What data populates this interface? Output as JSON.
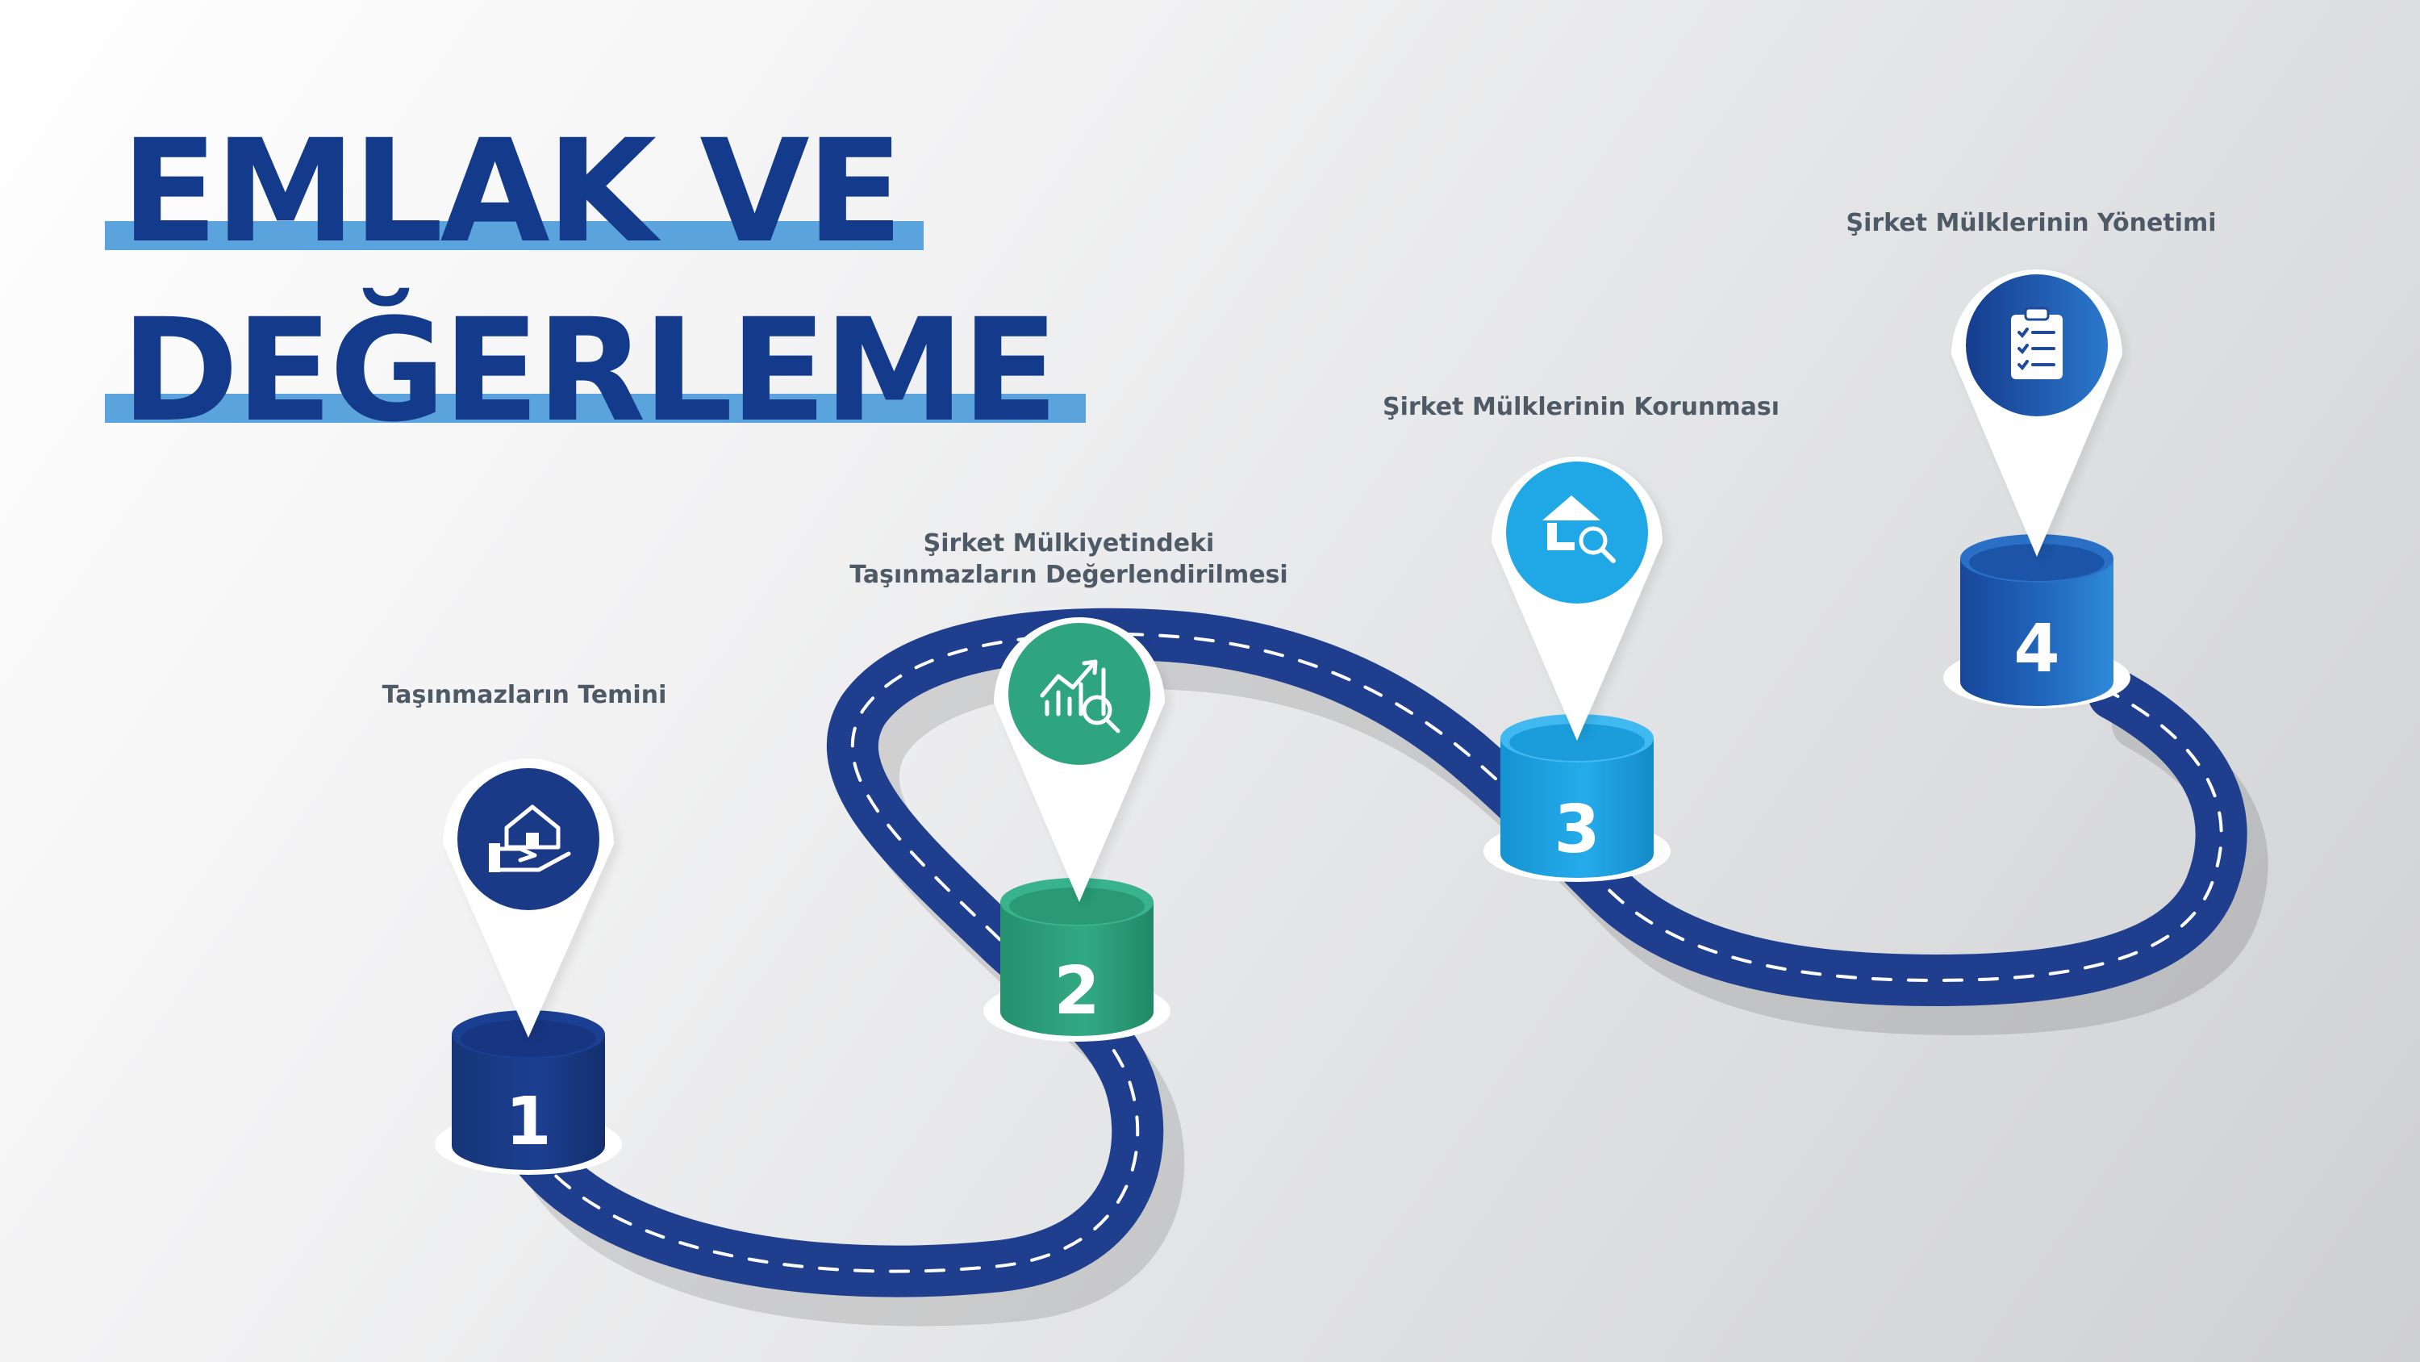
{
  "title": {
    "line1": "EMLAK VE",
    "line2": "DEĞERLEME"
  },
  "colors": {
    "title": "#143b8b",
    "title_highlight": "#5ba3dd",
    "road": "#1f3f8e",
    "step1": "#1a3c8c",
    "step2": "#2fa57f",
    "step3": "#1fa7e6",
    "step4": "#1d5fb5",
    "label": "#4e5a66"
  },
  "steps": [
    {
      "number": "1",
      "label_lines": [
        "Taşınmazların Temini"
      ],
      "icon": "hand-holding-house-icon"
    },
    {
      "number": "2",
      "label_lines": [
        "Şirket Mülkiyetindeki",
        "Taşınmazların Değerlendirilmesi"
      ],
      "icon": "chart-magnifier-icon"
    },
    {
      "number": "3",
      "label_lines": [
        "Şirket Mülklerinin Korunması"
      ],
      "icon": "house-search-icon"
    },
    {
      "number": "4",
      "label_lines": [
        "Şirket Mülklerinin Yönetimi"
      ],
      "icon": "clipboard-checklist-icon"
    }
  ]
}
